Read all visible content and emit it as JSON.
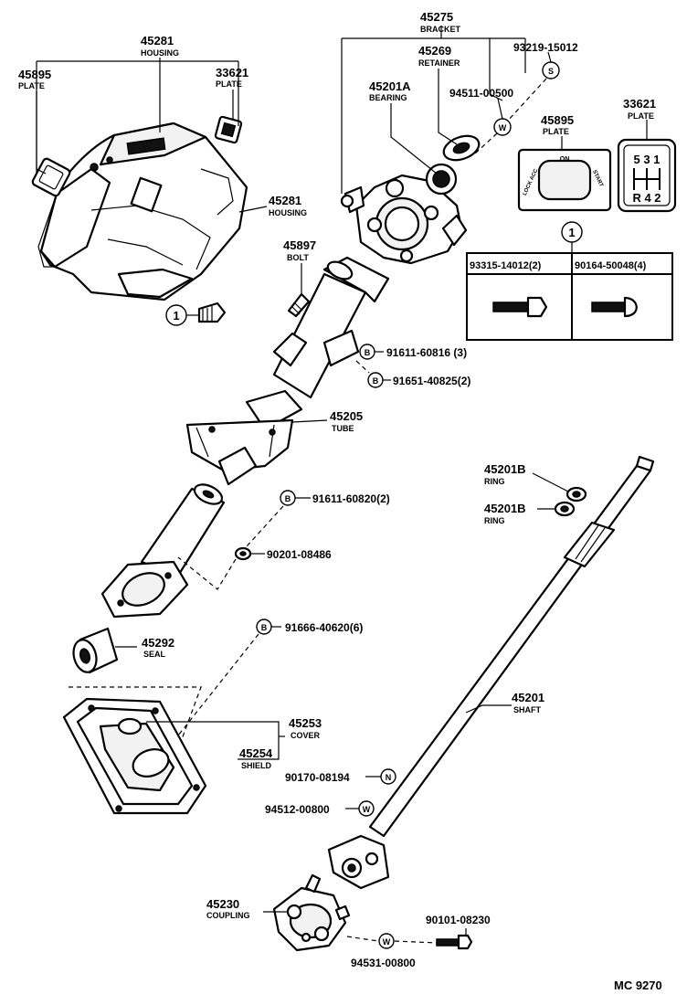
{
  "labels": {
    "housing_top": {
      "number": "45281",
      "name": "HOUSING"
    },
    "plate_left": {
      "number": "45895",
      "name": "PLATE"
    },
    "plate_top": {
      "number": "33621",
      "name": "PLATE"
    },
    "housing_side": {
      "number": "45281",
      "name": "HOUSING"
    },
    "bracket": {
      "number": "45275",
      "name": "BRACKET"
    },
    "retainer": {
      "number": "45269",
      "name": "RETAINER"
    },
    "bearing": {
      "number": "45201A",
      "name": "BEARING"
    },
    "s_part": {
      "number": "93219-15012"
    },
    "w_part_top": {
      "number": "94511-00500"
    },
    "plate_mid": {
      "number": "45895",
      "name": "PLATE"
    },
    "plate_right": {
      "number": "33621",
      "name": "PLATE"
    },
    "bolt": {
      "number": "45897",
      "name": "BOLT"
    },
    "b_top_1": {
      "number": "91611-60816 (3)"
    },
    "b_top_2": {
      "number": "91651-40825(2)"
    },
    "tube": {
      "number": "45205",
      "name": "TUBE"
    },
    "ring_1": {
      "number": "45201B",
      "name": "RING"
    },
    "ring_2": {
      "number": "45201B",
      "name": "RING"
    },
    "b_mid": {
      "number": "91611-60820(2)"
    },
    "nut_mid": {
      "number": "90201-08486"
    },
    "b_low": {
      "number": "91666-40620(6)"
    },
    "seal": {
      "number": "45292",
      "name": "SEAL"
    },
    "shaft": {
      "number": "45201",
      "name": "SHAFT"
    },
    "cover": {
      "number": "45253",
      "name": "COVER"
    },
    "shield": {
      "number": "45254",
      "name": "SHIELD"
    },
    "n_part": {
      "number": "90170-08194"
    },
    "w_part_mid": {
      "number": "94512-00800"
    },
    "coupling": {
      "number": "45230",
      "name": "COUPLING"
    },
    "bolt_low": {
      "number": "90101-08230"
    },
    "w_part_low": {
      "number": "94531-00800"
    }
  },
  "markers": {
    "ref_one": "1",
    "b": "B",
    "s": "S",
    "w": "W",
    "n": "N"
  },
  "ref_table": {
    "col1": "93315-14012(2)",
    "col2": "90164-50048(4)"
  },
  "shift_pattern": {
    "top": "5 3 1",
    "bottom": "R 4 2"
  },
  "plate_45895_text": {
    "left": "LOCK ACC",
    "top": "ON",
    "right": "START"
  },
  "figure_code": "MC 9270"
}
